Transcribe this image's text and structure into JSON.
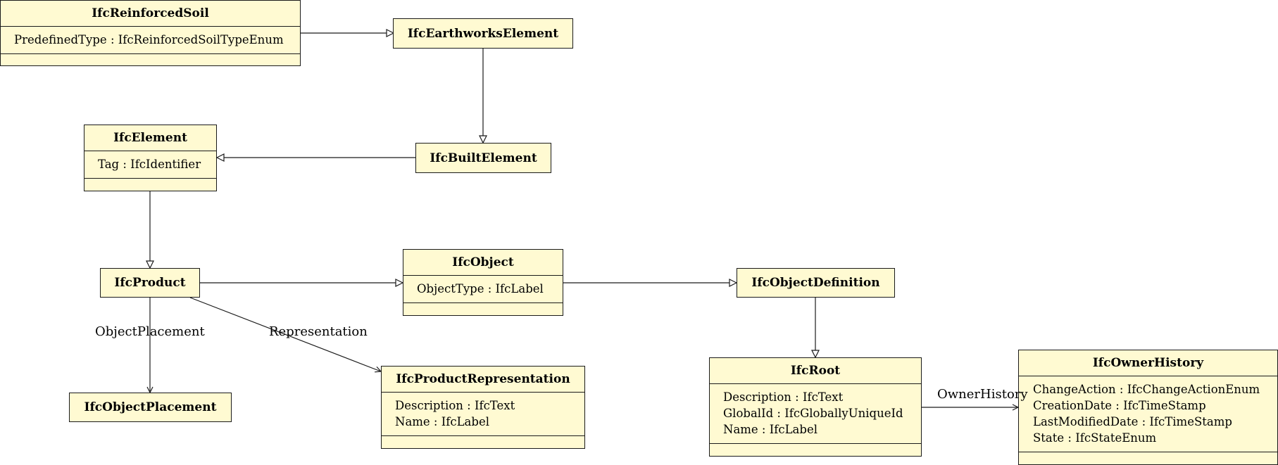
{
  "classes": {
    "reinforcedSoil": {
      "name": "IfcReinforcedSoil",
      "attrs": [
        "PredefinedType : IfcReinforcedSoilTypeEnum"
      ]
    },
    "earthworksElement": {
      "name": "IfcEarthworksElement"
    },
    "element": {
      "name": "IfcElement",
      "attrs": [
        "Tag : IfcIdentifier"
      ]
    },
    "builtElement": {
      "name": "IfcBuiltElement"
    },
    "product": {
      "name": "IfcProduct"
    },
    "object": {
      "name": "IfcObject",
      "attrs": [
        "ObjectType : IfcLabel"
      ]
    },
    "objectDefinition": {
      "name": "IfcObjectDefinition"
    },
    "objectPlacement": {
      "name": "IfcObjectPlacement"
    },
    "productRepresentation": {
      "name": "IfcProductRepresentation",
      "attrs": [
        "Description : IfcText",
        "Name : IfcLabel"
      ]
    },
    "root": {
      "name": "IfcRoot",
      "attrs": [
        "Description : IfcText",
        "GlobalId : IfcGloballyUniqueId",
        "Name : IfcLabel"
      ]
    },
    "ownerHistory": {
      "name": "IfcOwnerHistory",
      "attrs": [
        "ChangeAction : IfcChangeActionEnum",
        "CreationDate : IfcTimeStamp",
        "LastModifiedDate : IfcTimeStamp",
        "State : IfcStateEnum"
      ]
    }
  },
  "associations": {
    "objectPlacement": "ObjectPlacement",
    "representation": "Representation",
    "ownerHistory": "OwnerHistory"
  },
  "colors": {
    "class_fill": "#fffad2",
    "line": "#1a1a1a"
  }
}
